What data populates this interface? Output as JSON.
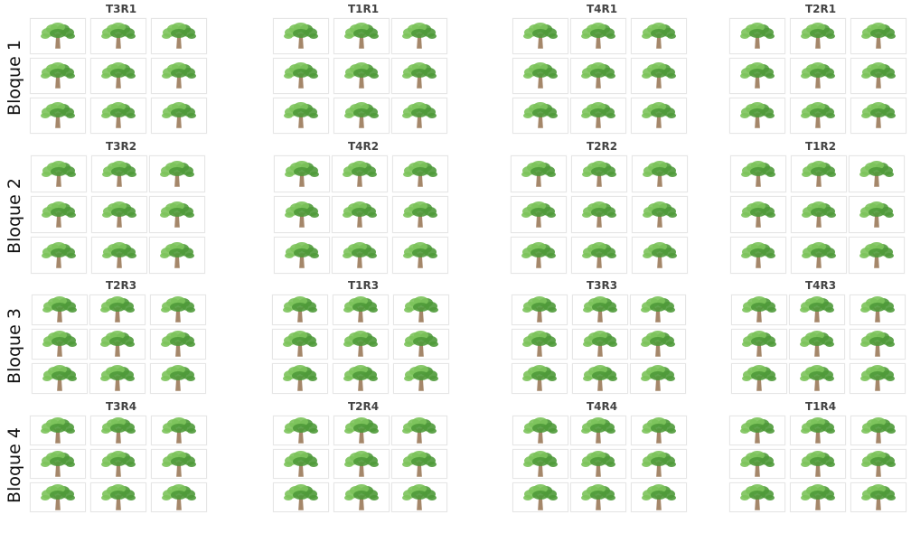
{
  "blocks": [
    {
      "label": "Bloque 1",
      "plots": [
        "T3R1",
        "T1R1",
        "T4R1",
        "T2R1"
      ]
    },
    {
      "label": "Bloque 2",
      "plots": [
        "T3R2",
        "T4R2",
        "T2R2",
        "T1R2"
      ]
    },
    {
      "label": "Bloque 3",
      "plots": [
        "T2R3",
        "T1R3",
        "T3R3",
        "T4R3"
      ]
    },
    {
      "label": "Bloque 4",
      "plots": [
        "T3R4",
        "T2R4",
        "T4R4",
        "T1R4"
      ]
    }
  ],
  "trees_per_plot": {
    "rows": 3,
    "cols": 3
  },
  "icon": "tree-icon",
  "colors": {
    "foliage": "#7cc35b",
    "foliage_dark": "#4f9a3a",
    "trunk": "#a5876a"
  }
}
